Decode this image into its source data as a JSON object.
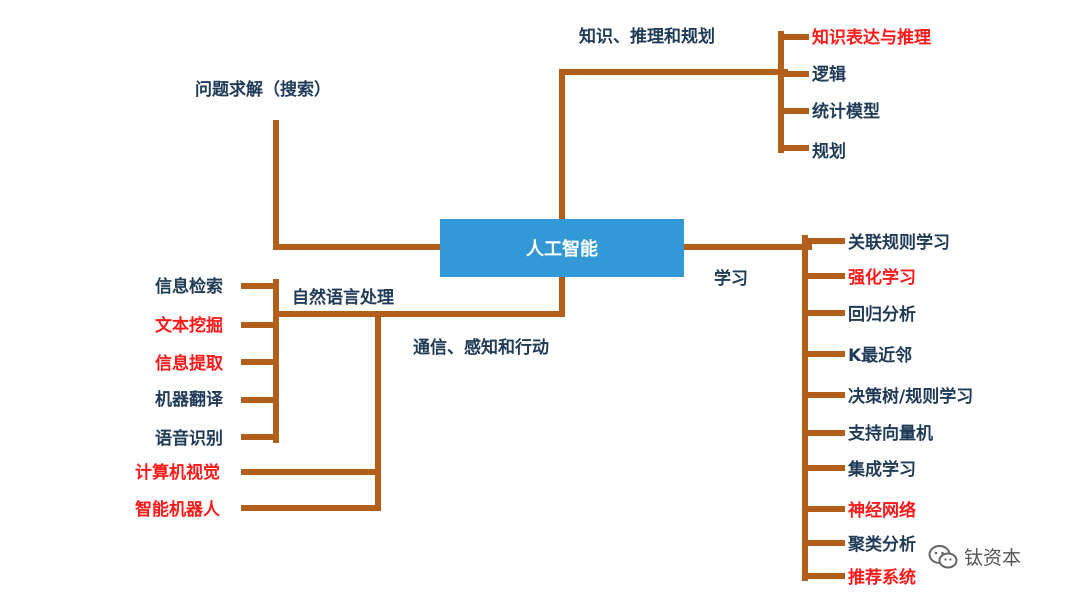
{
  "center": {
    "label": "人工智能"
  },
  "branches": {
    "knowledge": {
      "label": "知识、推理和规划",
      "items": [
        {
          "label": "知识表达与推理",
          "highlight": true
        },
        {
          "label": "逻辑",
          "highlight": false
        },
        {
          "label": "统计模型",
          "highlight": false
        },
        {
          "label": "规划",
          "highlight": false
        }
      ]
    },
    "search": {
      "label": "问题求解（搜索）"
    },
    "learning": {
      "label": "学习",
      "items": [
        {
          "label": "关联规则学习",
          "highlight": false
        },
        {
          "label": "强化学习",
          "highlight": true
        },
        {
          "label": "回归分析",
          "highlight": false
        },
        {
          "label": "K最近邻",
          "highlight": false
        },
        {
          "label": "决策树/规则学习",
          "highlight": false
        },
        {
          "label": "支持向量机",
          "highlight": false
        },
        {
          "label": "集成学习",
          "highlight": false
        },
        {
          "label": "神经网络",
          "highlight": true
        },
        {
          "label": "聚类分析",
          "highlight": false
        },
        {
          "label": "推荐系统",
          "highlight": true
        }
      ]
    },
    "communication": {
      "label": "通信、感知和行动",
      "nlp": {
        "label": "自然语言处理",
        "items": [
          {
            "label": "信息检索",
            "highlight": false
          },
          {
            "label": "文本挖掘",
            "highlight": true
          },
          {
            "label": "信息提取",
            "highlight": true
          },
          {
            "label": "机器翻译",
            "highlight": false
          },
          {
            "label": "语音识别",
            "highlight": false
          }
        ]
      },
      "items": [
        {
          "label": "计算机视觉",
          "highlight": true
        },
        {
          "label": "智能机器人",
          "highlight": true
        }
      ]
    }
  },
  "watermark": {
    "text": "钛资本",
    "icon": "wechat-icon"
  },
  "colors": {
    "line": "#b35f1c",
    "center_fill": "#3399d6",
    "text": "#1f3b57",
    "highlight": "#ff1a1a"
  }
}
